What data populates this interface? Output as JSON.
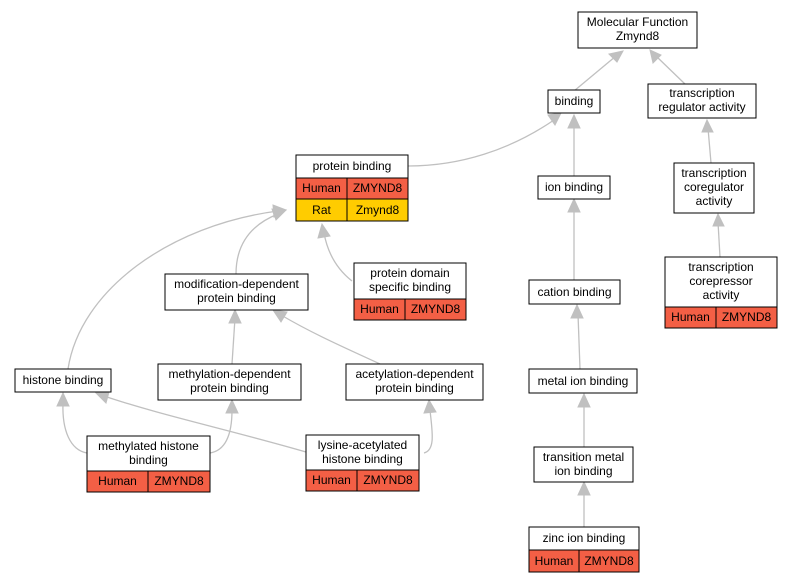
{
  "colors": {
    "human": "#f35f45",
    "rat": "#ffcc00",
    "edge": "#c0c0c0"
  },
  "nodes": {
    "mf": [
      "Molecular Function",
      "Zmynd8"
    ],
    "binding": [
      "binding"
    ],
    "tra": [
      "transcription",
      "regulator activity"
    ],
    "pb": [
      "protein binding"
    ],
    "ionb": [
      "ion binding"
    ],
    "tcoreg": [
      "transcription",
      "coregulator",
      "activity"
    ],
    "moddep": [
      "modification-dependent",
      "protein binding"
    ],
    "pdsb": [
      "protein domain",
      "specific binding"
    ],
    "cation": [
      "cation binding"
    ],
    "tcorep": [
      "transcription",
      "corepressor",
      "activity"
    ],
    "histone": [
      "histone binding"
    ],
    "methdep": [
      "methylation-dependent",
      "protein binding"
    ],
    "acetdep": [
      "acetylation-dependent",
      "protein binding"
    ],
    "metal": [
      "metal ion binding"
    ],
    "mhb": [
      "methylated histone",
      "binding"
    ],
    "lahb": [
      "lysine-acetylated",
      "histone binding"
    ],
    "tmib": [
      "transition metal",
      "ion binding"
    ],
    "zinc": [
      "zinc ion binding"
    ]
  },
  "annotations": {
    "pb_human": [
      "Human",
      "ZMYND8"
    ],
    "pb_rat": [
      "Rat",
      "Zmynd8"
    ],
    "pdsb_human": [
      "Human",
      "ZMYND8"
    ],
    "tcorep_human": [
      "Human",
      "ZMYND8"
    ],
    "mhb_human": [
      "Human",
      "ZMYND8"
    ],
    "lahb_human": [
      "Human",
      "ZMYND8"
    ],
    "zinc_human": [
      "Human",
      "ZMYND8"
    ]
  }
}
